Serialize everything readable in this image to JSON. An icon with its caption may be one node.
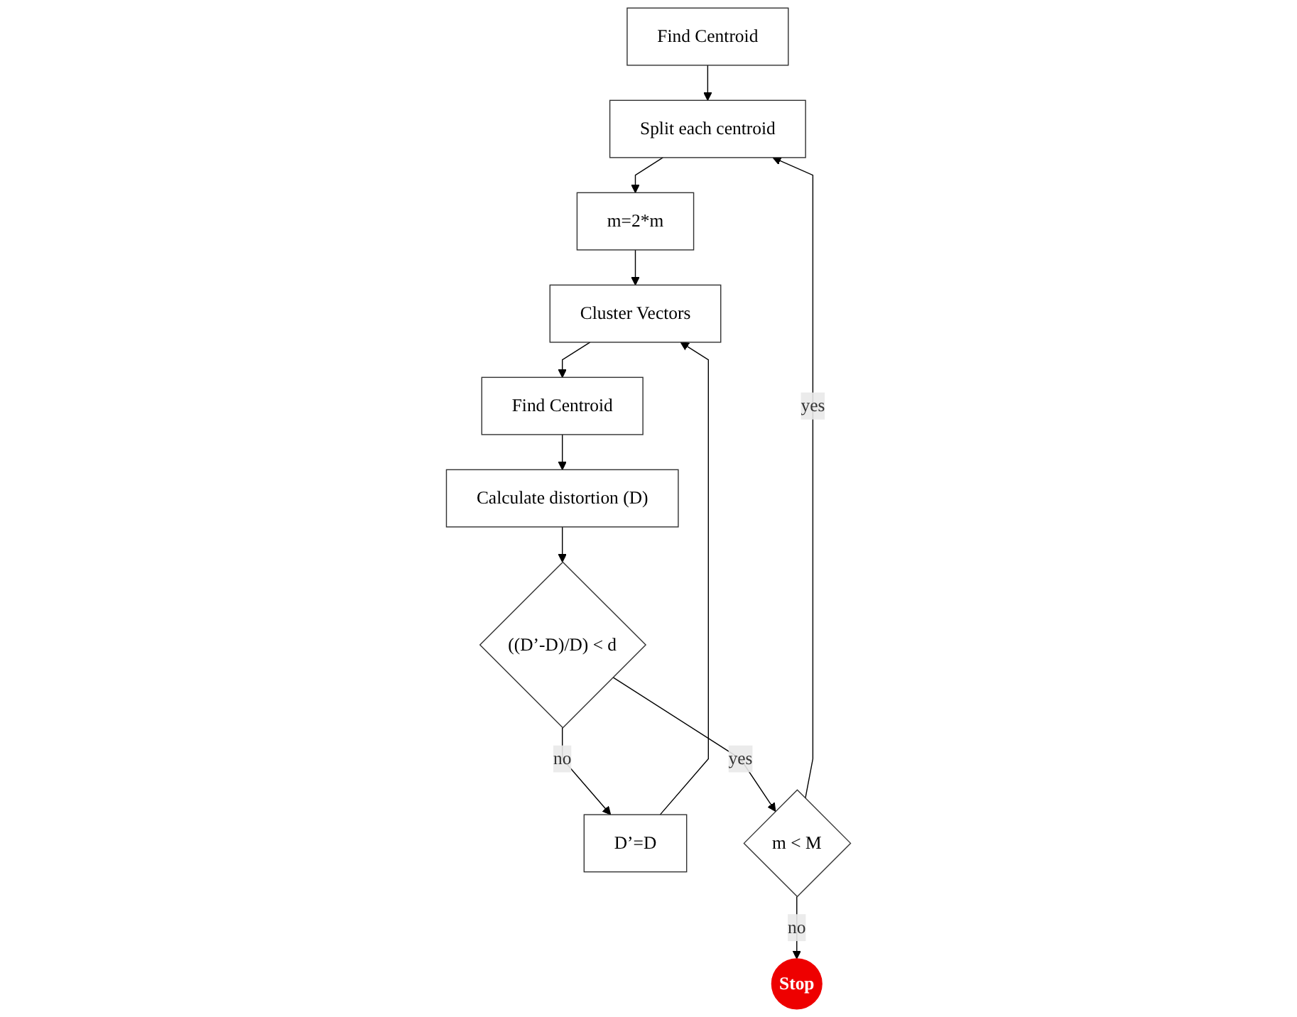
{
  "diagram": {
    "nodes": [
      {
        "text": [
          "Find Centroid"
        ]
      },
      {
        "text": [
          "Split each centroid"
        ]
      },
      {
        "text": [
          "m=2*m"
        ]
      },
      {
        "text": [
          "Cluster Vectors"
        ]
      },
      {
        "text": [
          "Find Centroid"
        ]
      },
      {
        "text": [
          "Calculate distortion (D)"
        ]
      },
      {
        "text": [
          "((D’-D)/D) < d"
        ]
      },
      {
        "text": [
          "D’=D"
        ]
      },
      {
        "text": [
          "m < M"
        ]
      },
      {
        "text": [
          "Stop"
        ]
      }
    ],
    "edges": [
      {
        "from": 0,
        "to": 1,
        "arrow": "to"
      },
      {
        "from": 1,
        "to": 2,
        "arrow": "to"
      },
      {
        "from": 2,
        "to": 3,
        "arrow": "to"
      },
      {
        "from": 3,
        "to": 4,
        "arrow": "to"
      },
      {
        "from": 4,
        "to": 5,
        "arrow": "to"
      },
      {
        "from": 5,
        "to": 6,
        "arrow": "to"
      },
      {
        "from": 6,
        "to": 7,
        "label": "no",
        "arrow": "to"
      },
      {
        "from": 7,
        "to": 3,
        "arrow": "to"
      },
      {
        "from": 6,
        "to": 8,
        "label": "yes",
        "arrow": "to"
      },
      {
        "from": 8,
        "to": 1,
        "label": "yes",
        "arrow": "to"
      },
      {
        "from": 8,
        "to": 9,
        "label": "no",
        "arrow": "to"
      }
    ]
  }
}
